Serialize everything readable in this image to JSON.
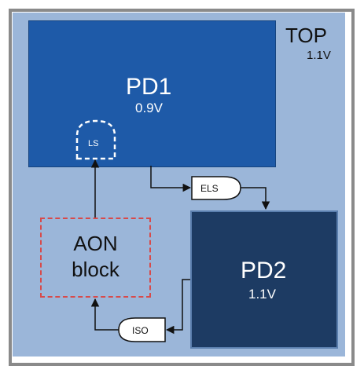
{
  "top": {
    "label": "TOP",
    "voltage": "1.1V"
  },
  "pd1": {
    "label": "PD1",
    "voltage": "0.9V"
  },
  "pd2": {
    "label": "PD2",
    "voltage": "1.1V"
  },
  "aon": {
    "line1": "AON",
    "line2": "block"
  },
  "gates": {
    "ls": "LS",
    "els": "ELS",
    "iso": "ISO"
  },
  "colors": {
    "top_bg": "#9bb6d9",
    "pd1_bg": "#1e5aa8",
    "pd2_bg": "#1d3b63",
    "aon_border": "#d84a4a"
  }
}
